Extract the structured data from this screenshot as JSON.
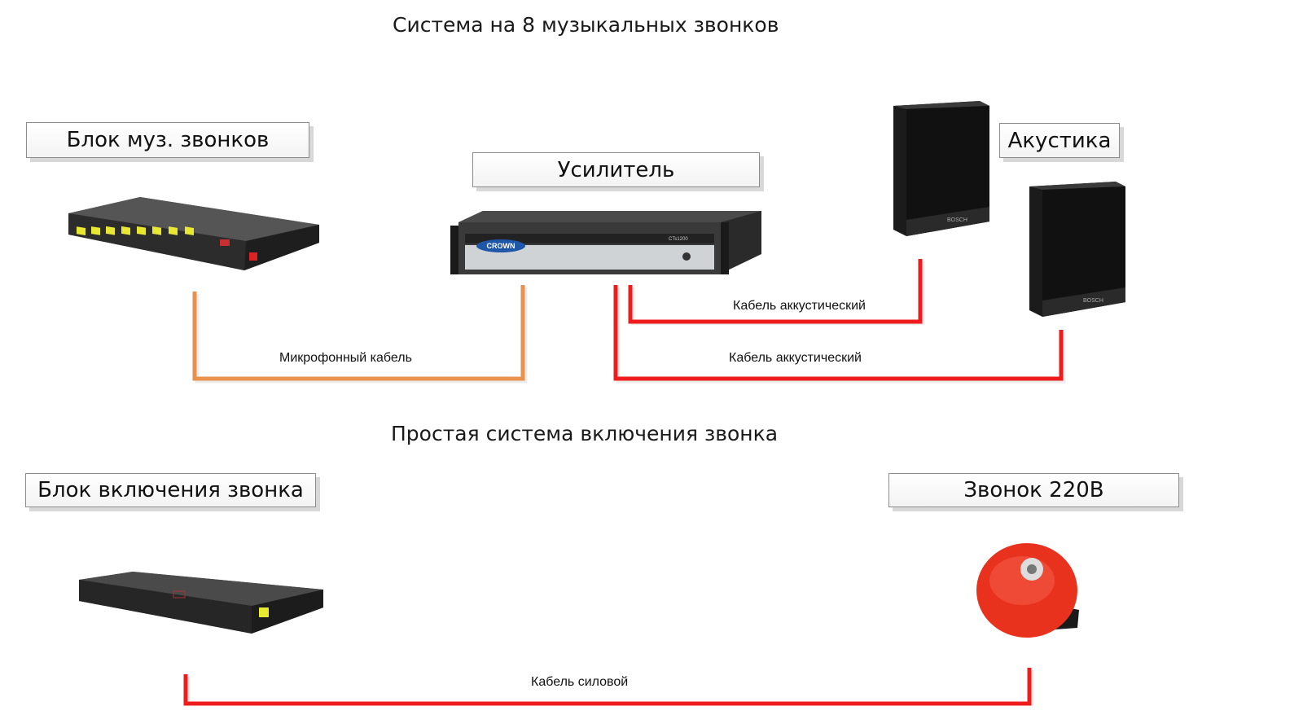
{
  "titles": {
    "music_system": "Система на 8 музыкальных звонков",
    "simple_system": "Простая система включения звонка"
  },
  "boxes": {
    "music_block": "Блок муз. звонков",
    "amplifier": "Усилитель",
    "acoustics": "Акустика",
    "bell_switch": "Блок включения звонка",
    "bell": "Звонок 220В"
  },
  "cables": {
    "mic_cable": "Микрофонный кабель",
    "speaker_cable_1": "Кабель аккустический",
    "speaker_cable_2": "Кабель аккустический",
    "power_cable": "Кабель силовой"
  },
  "device_text": {
    "amp_brand": "CROWN",
    "amp_model": "CTs1200",
    "speaker_brand": "BOSCH"
  },
  "colors": {
    "mic_cable": "#e8924e",
    "speaker_cable": "#ee1c1c",
    "power_cable": "#ee1c1c",
    "bell_body": "#e8321e"
  }
}
